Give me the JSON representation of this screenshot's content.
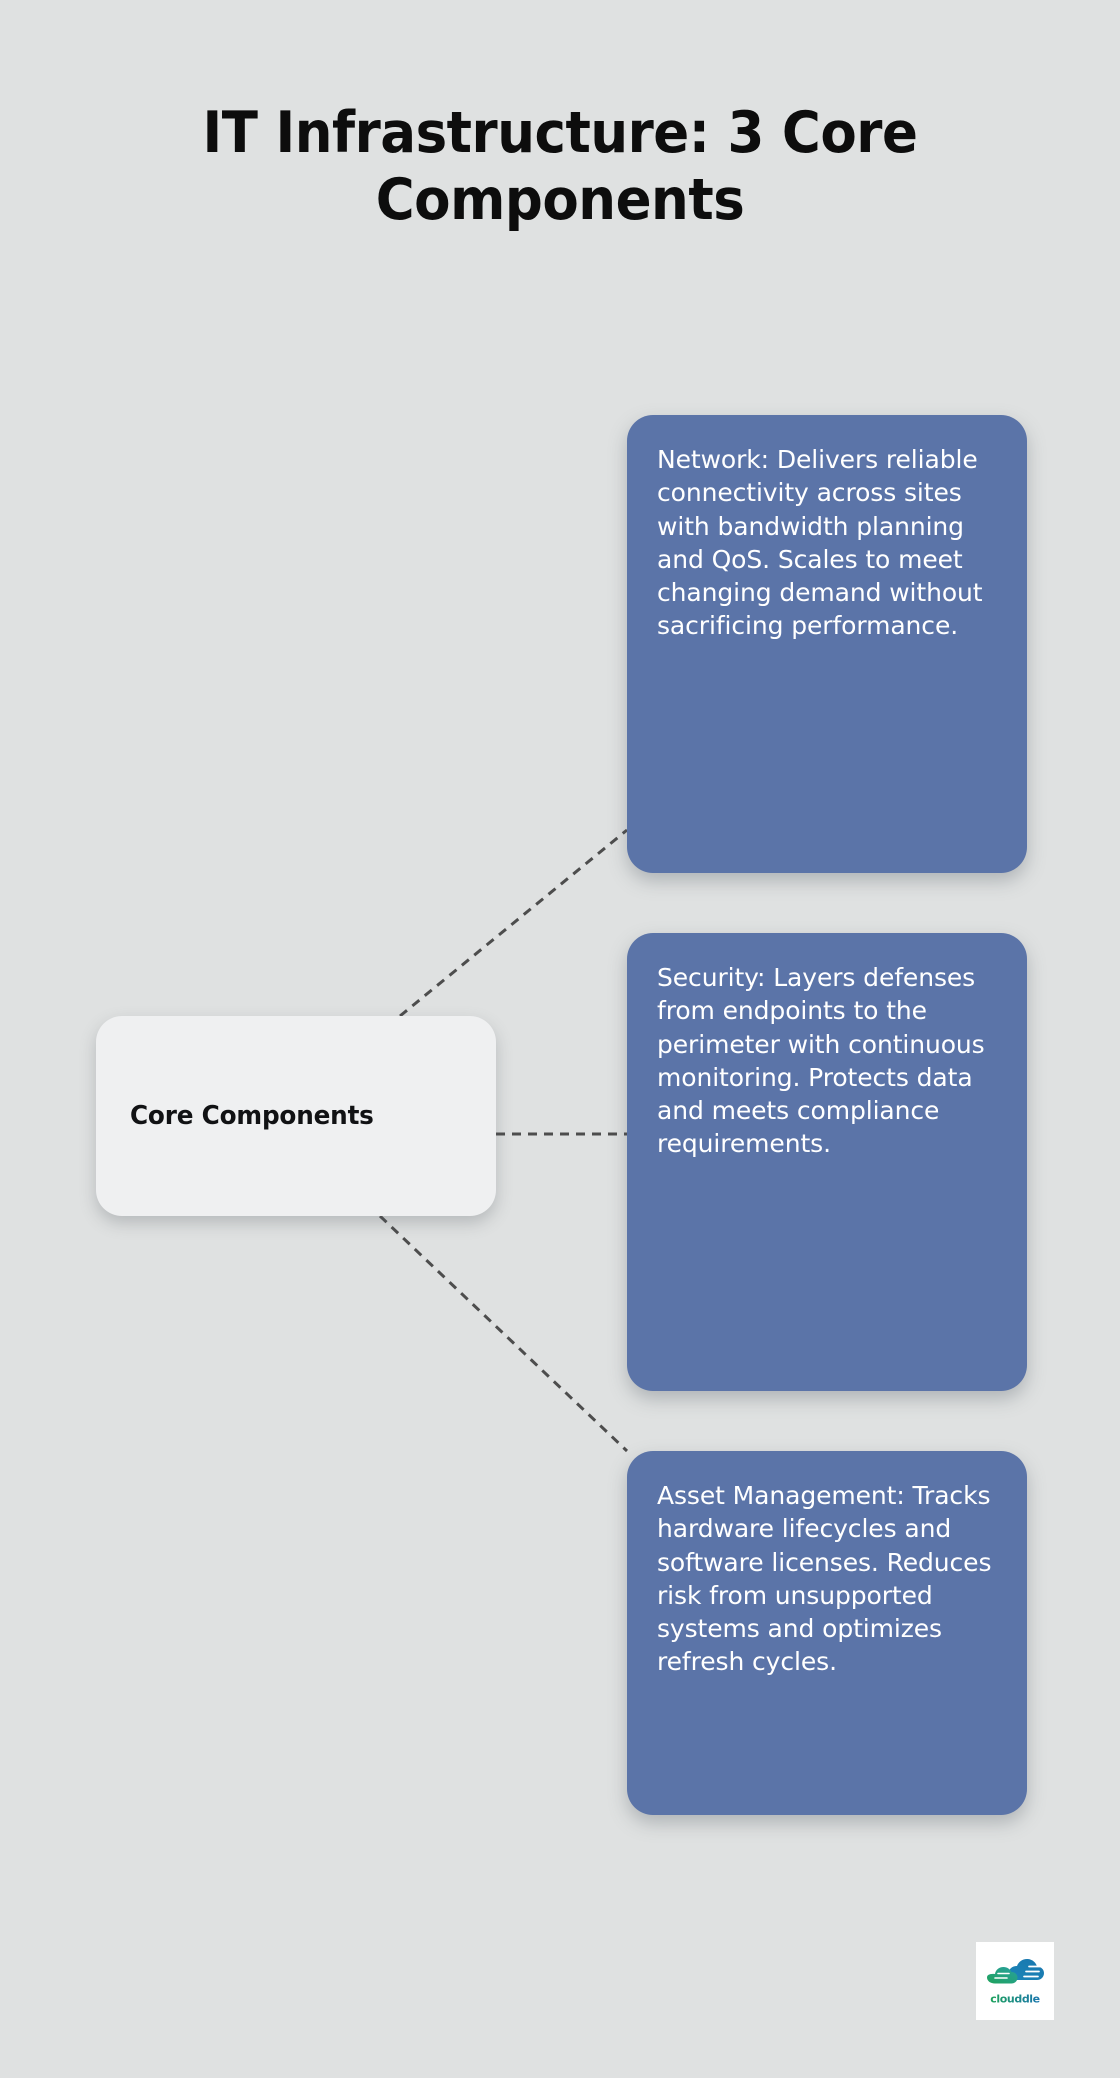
{
  "page": {
    "background_color": "#dfe1e1",
    "title": "IT Infrastructure: 3 Core Components"
  },
  "center_node": {
    "label": "Core Components",
    "background_color": "#eff0f1",
    "text_color": "#111214"
  },
  "branches": [
    {
      "id": "network",
      "text": "Network: Delivers reliable connectivity across sites with bandwidth planning and QoS. Scales to meet changing demand without sacrificing performance.",
      "background_color": "#5b74a8",
      "text_color": "#ffffff"
    },
    {
      "id": "security",
      "text": "Security: Layers defenses from endpoints to the perimeter with continuous monitoring. Protects data and meets compliance requirements.",
      "background_color": "#5b74a8",
      "text_color": "#ffffff"
    },
    {
      "id": "asset-management",
      "text": "Asset Management: Tracks hardware lifecycles and software licenses. Reduces risk from unsupported systems and optimizes refresh cycles.",
      "background_color": "#5b74a8",
      "text_color": "#ffffff"
    }
  ],
  "connectors": {
    "style": "dashed",
    "color": "#4d4d4d",
    "width": 3
  },
  "logo": {
    "wordmark": "clouddle",
    "icon": "two-clouds-icon",
    "gradient_from": "#22a45d",
    "gradient_to": "#1a7fb5",
    "background_color": "#ffffff"
  }
}
